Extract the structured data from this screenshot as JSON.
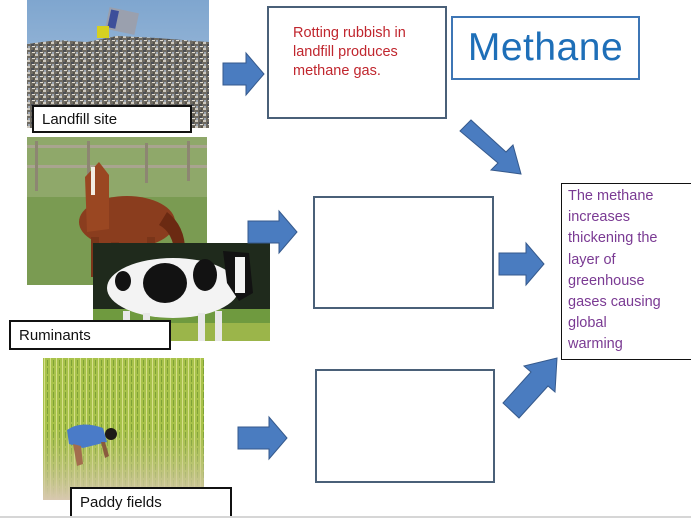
{
  "title": "Methane",
  "sources": [
    {
      "id": "landfill",
      "label": "Landfill site",
      "description": "Rotting rubbish in\nlandfill produces\nmethane gas."
    },
    {
      "id": "ruminants",
      "label": "Ruminants",
      "description": ""
    },
    {
      "id": "paddy",
      "label": "Paddy fields",
      "description": ""
    }
  ],
  "effect": {
    "text": "The methane\nincreases\nthickening the\nlayer of\ngreenhouse\ngases causing\nglobal\nwarming"
  },
  "images": {
    "landfill": "landfill-photo",
    "horse": "horse-photo",
    "cow": "cow-photo",
    "paddy": "paddy-field-photo"
  },
  "colors": {
    "arrow_fill": "#4a7cc0",
    "arrow_stroke": "#35598c",
    "box_border": "#4a6078",
    "title_text": "#1e6fb8",
    "title_border": "#3e76b5",
    "description_text": "#c0262e",
    "effect_text": "#7a3a93"
  }
}
